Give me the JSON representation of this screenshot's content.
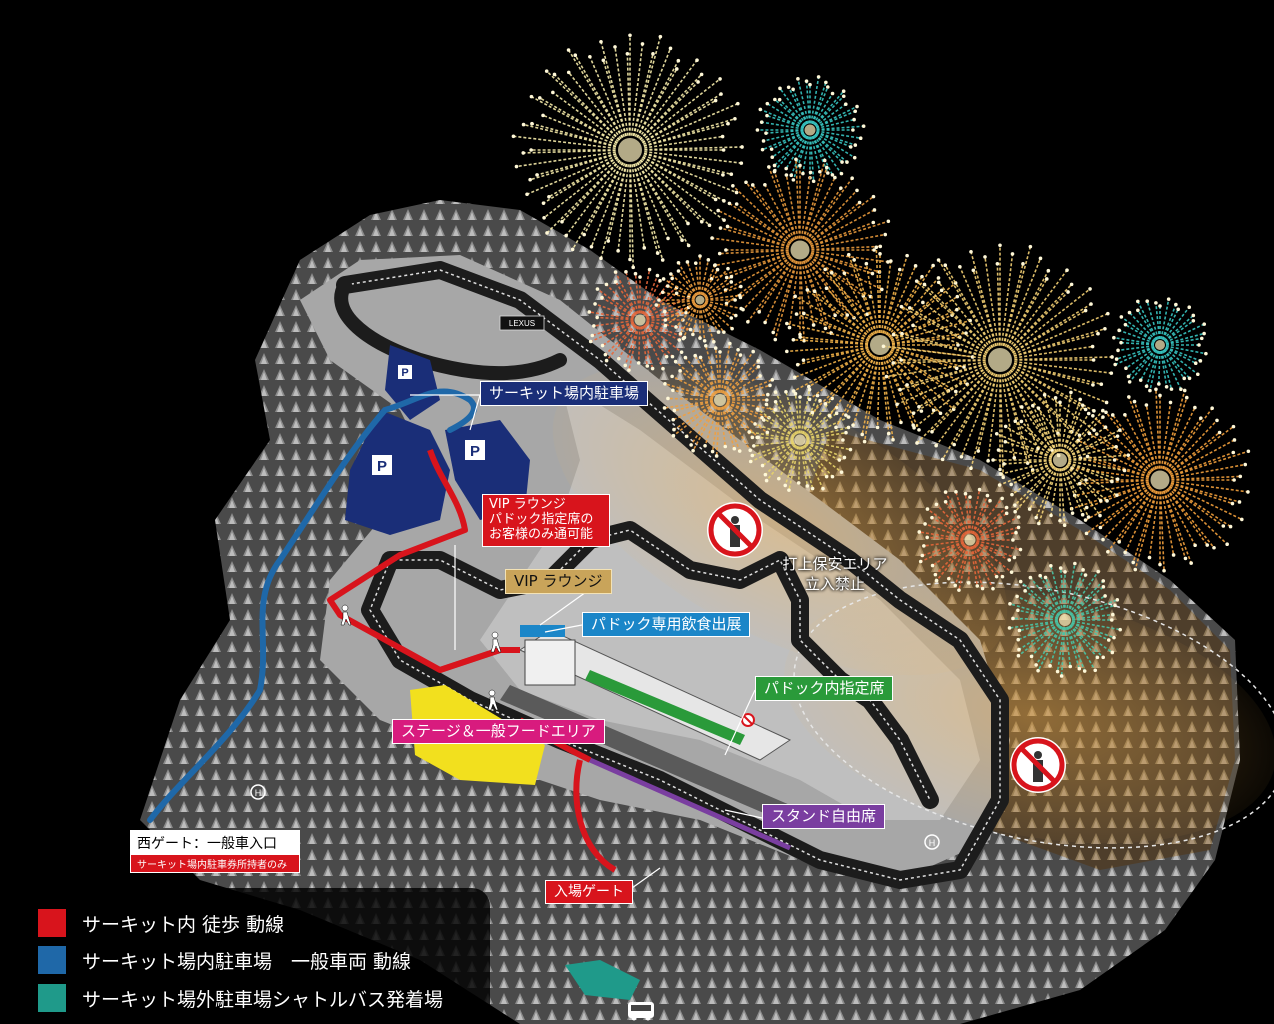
{
  "map": {
    "colors": {
      "walking": "#d8141c",
      "parking_route": "#1f68a8",
      "shuttle": "#1f9a8a",
      "parking_area": "#1a2e78",
      "vip": "#c9a45a",
      "paddock_food": "#1b86c8",
      "paddock_seat": "#2a9a3a",
      "stage": "#d81b7e",
      "stand": "#7a3ea0",
      "stage_area": "#f2e01e"
    },
    "labels": {
      "circuit_parking": "サーキット場内駐車場",
      "vip_access": "VIP ラウンジ\nパドック指定席の\nお客様のみ通可能",
      "vip_lounge": "VIP ラウンジ",
      "paddock_food": "パドック専用飲食出展",
      "paddock_seat": "パドック内指定席",
      "stage": "ステージ＆一般フードエリア",
      "stand": "スタンド自由席",
      "entrance": "入場ゲート",
      "safety_zone": "打上保安エリア\n立入禁止",
      "west_gate": "西ゲート：一般車入口",
      "west_gate_note": "サーキット場内駐車券所持者のみ",
      "parking_marker": "P",
      "helipad_marker": "H",
      "signage": "LEXUS"
    },
    "icons": [
      "no-entry-icon",
      "pedestrian-icon",
      "bus-icon",
      "parking-icon",
      "helipad-icon",
      "firework-burst"
    ]
  },
  "legend": {
    "items": [
      {
        "label": "サーキット内 徒歩 動線",
        "color": "#d8141c"
      },
      {
        "label": "サーキット場内駐車場　一般車両 動線",
        "color": "#1f68a8"
      },
      {
        "label": "サーキット場外駐車場シャトルバス発着場",
        "color": "#1f9a8a"
      }
    ]
  }
}
